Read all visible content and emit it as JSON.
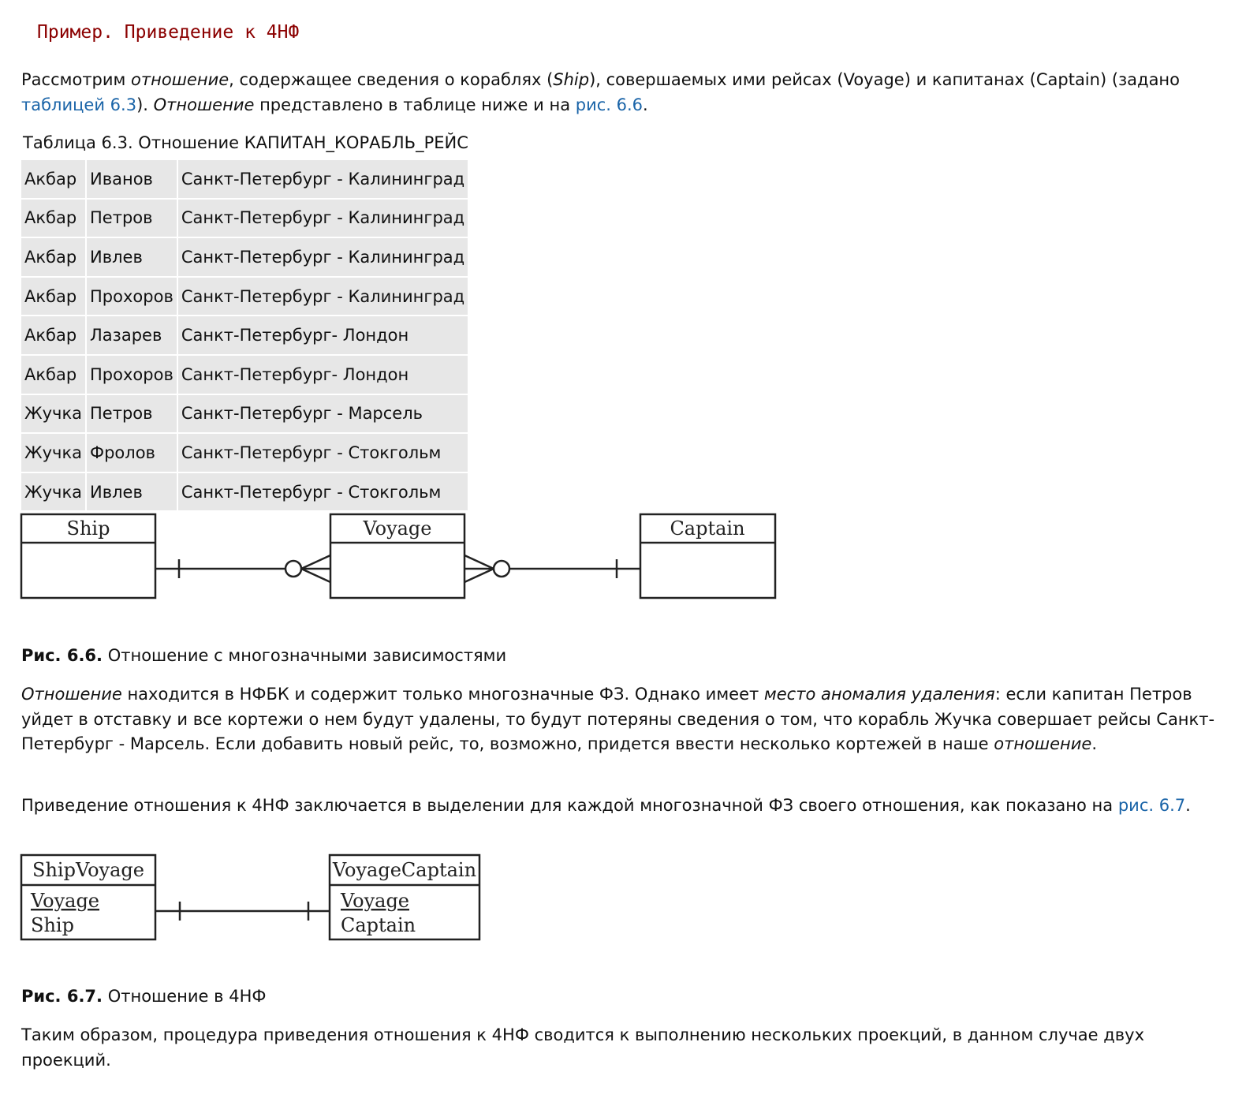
{
  "heading": "Пример. Приведение к 4НФ",
  "p1": {
    "t1": "Рассмотрим ",
    "i1": "отношение",
    "t2": ", содержащее сведения о кораблях (",
    "i2": "Ship",
    "t3": "), совершаемых ими рейсах (Voyage) и капитанах (Captain) (задано ",
    "link1": "таблицей 6.3",
    "t4": "). ",
    "i3": "Отношение",
    "t5": " представлено в таблице ниже и на ",
    "link2": "рис. 6.6",
    "t6": "."
  },
  "table": {
    "caption": "Таблица 6.3. Отношение КАПИТАН_КОРАБЛЬ_РЕЙС",
    "rows": [
      [
        "Акбар",
        "Иванов",
        "Санкт-Петербург - Калининград"
      ],
      [
        "Акбар",
        "Петров",
        "Санкт-Петербург - Калининград"
      ],
      [
        "Акбар",
        "Ивлев",
        "Санкт-Петербург - Калининград"
      ],
      [
        "Акбар",
        "Прохоров",
        "Санкт-Петербург - Калининград"
      ],
      [
        "Акбар",
        "Лазарев",
        "Санкт-Петербург- Лондон"
      ],
      [
        "Акбар",
        "Прохоров",
        "Санкт-Петербург- Лондон"
      ],
      [
        "Жучка",
        "Петров",
        "Санкт-Петербург - Марсель"
      ],
      [
        "Жучка",
        "Фролов",
        "Санкт-Петербург - Стокгольм"
      ],
      [
        "Жучка",
        "Ивлев",
        "Санкт-Петербург - Стокгольм"
      ]
    ]
  },
  "diagram1": {
    "ship": "Ship",
    "voyage": "Voyage",
    "captain": "Captain"
  },
  "fig1": {
    "num": "Рис. 6.6.",
    "text": " Отношение с многозначными зависимостями"
  },
  "p2": {
    "i1": "Отношение",
    "t1": " находится в НФБК и содержит только многозначные ФЗ. Однако имеет ",
    "i2": "место аномалия удаления",
    "t2": ": если капитан Петров уйдет в отставку и все кортежи о нем будут удалены, то будут потеряны сведения о том, что корабль Жучка совершает рейсы Санкт-Петербург - Марсель. Если добавить новый рейс, то, возможно, придется ввести несколько кортежей в наше ",
    "i3": "отношение",
    "t3": "."
  },
  "p3": {
    "t1": "Приведение отношения к 4НФ заключается в выделении для каждой многозначной ФЗ своего отношения, как показано на ",
    "link": "рис. 6.7",
    "t2": "."
  },
  "diagram2": {
    "left_title": "ShipVoyage",
    "left_attr1": "Voyage",
    "left_attr2": "Ship",
    "right_title": "VoyageCaptain",
    "right_attr1": "Voyage",
    "right_attr2": "Captain"
  },
  "fig2": {
    "num": "Рис. 6.7.",
    "text": " Отношение в 4НФ"
  },
  "p4": "Таким образом, процедура приведения отношения к 4НФ сводится к выполнению нескольких проекций, в данном случае двух проекций."
}
